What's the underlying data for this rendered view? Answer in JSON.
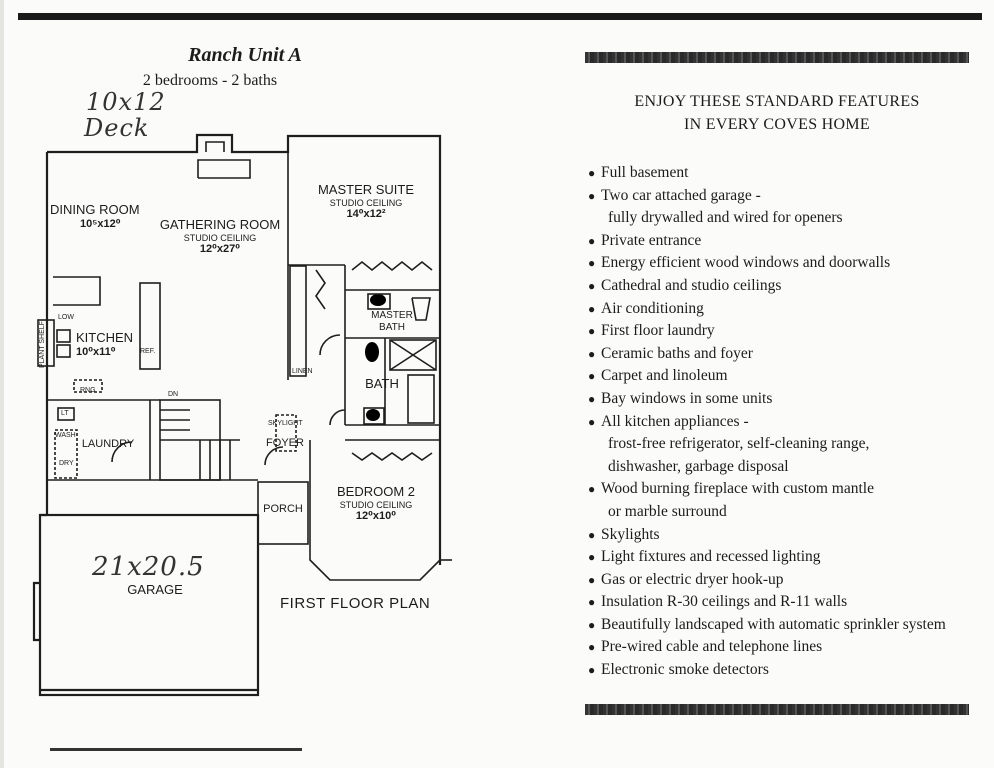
{
  "header": {
    "title": "Ranch Unit A",
    "subtitle": "2 bedrooms - 2 baths",
    "handwritten_size": "10x12",
    "handwritten_deck": "Deck"
  },
  "floor_plan": {
    "title": "FIRST FLOOR PLAN",
    "rooms": {
      "dining": {
        "name": "DINING ROOM",
        "dim": "10⁵x12⁰"
      },
      "gathering": {
        "name": "GATHERING ROOM",
        "ceiling": "STUDIO CEILING",
        "dim": "12⁰x27⁰"
      },
      "master": {
        "name": "MASTER SUITE",
        "ceiling": "STUDIO CEILING",
        "dim": "14⁰x12²"
      },
      "master_bath": {
        "name": "MASTER BATH"
      },
      "bath": {
        "name": "BATH"
      },
      "kitchen": {
        "name": "KITCHEN",
        "dim": "10⁰x11⁰"
      },
      "laundry": {
        "name": "LAUNDRY"
      },
      "foyer": {
        "name": "FOYER"
      },
      "porch": {
        "name": "PORCH"
      },
      "bedroom2": {
        "name": "BEDROOM 2",
        "ceiling": "STUDIO CEILING",
        "dim": "12⁰x10⁰"
      },
      "garage": {
        "name": "GARAGE",
        "handwritten_dim": "21x20.5"
      }
    },
    "small_labels": {
      "linen": "LINEN",
      "skylight": "SKYLIGHT",
      "plant_shelf": "PLANT SHELF",
      "low": "LOW",
      "ref": "REF.",
      "rng": "RNG",
      "dn": "DN",
      "lt": "LT",
      "wash": "WASH",
      "dry": "DRY"
    }
  },
  "features": {
    "heading_line1": "ENJOY THESE STANDARD FEATURES",
    "heading_line2": "IN EVERY COVES HOME",
    "items": [
      {
        "text": "Full basement"
      },
      {
        "text": "Two car attached garage -",
        "continuation": "fully drywalled and wired for openers"
      },
      {
        "text": "Private entrance"
      },
      {
        "text": "Energy efficient wood windows and doorwalls"
      },
      {
        "text": "Cathedral and studio ceilings"
      },
      {
        "text": "Air conditioning"
      },
      {
        "text": "First floor laundry"
      },
      {
        "text": "Ceramic baths and foyer"
      },
      {
        "text": "Carpet and linoleum"
      },
      {
        "text": "Bay windows in some units"
      },
      {
        "text": "All kitchen appliances -",
        "continuation": "frost-free refrigerator, self-cleaning range,",
        "continuation2": "dishwasher, garbage disposal"
      },
      {
        "text": "Wood burning fireplace with custom mantle",
        "continuation": "or marble surround"
      },
      {
        "text": "Skylights"
      },
      {
        "text": "Light fixtures and recessed lighting"
      },
      {
        "text": "Gas or electric dryer hook-up"
      },
      {
        "text": "Insulation R-30 ceilings and R-11 walls"
      },
      {
        "text": "Beautifully landscaped with automatic sprinkler system"
      },
      {
        "text": "Pre-wired cable and telephone lines"
      },
      {
        "text": "Electronic smoke detectors"
      }
    ]
  }
}
